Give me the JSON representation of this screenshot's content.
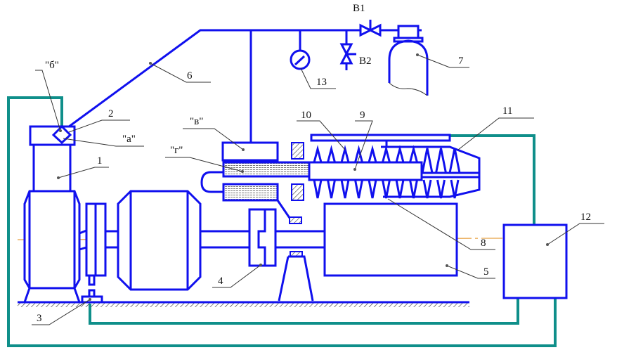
{
  "labels": {
    "n1": "1",
    "n2": "2",
    "n3": "3",
    "n4": "4",
    "n5": "5",
    "n6": "6",
    "n7": "7",
    "n8": "8",
    "n9": "9",
    "n10": "10",
    "n11": "11",
    "n12": "12",
    "n13": "13",
    "a": "\"а\"",
    "b": "\"б\"",
    "v": "\"в\"",
    "g": "\"г\"",
    "valve1": "В1",
    "valve2": "В2"
  },
  "colors": {
    "line": "#1010ee",
    "signal": "#0f8f8a",
    "axis": "#e8a040"
  }
}
